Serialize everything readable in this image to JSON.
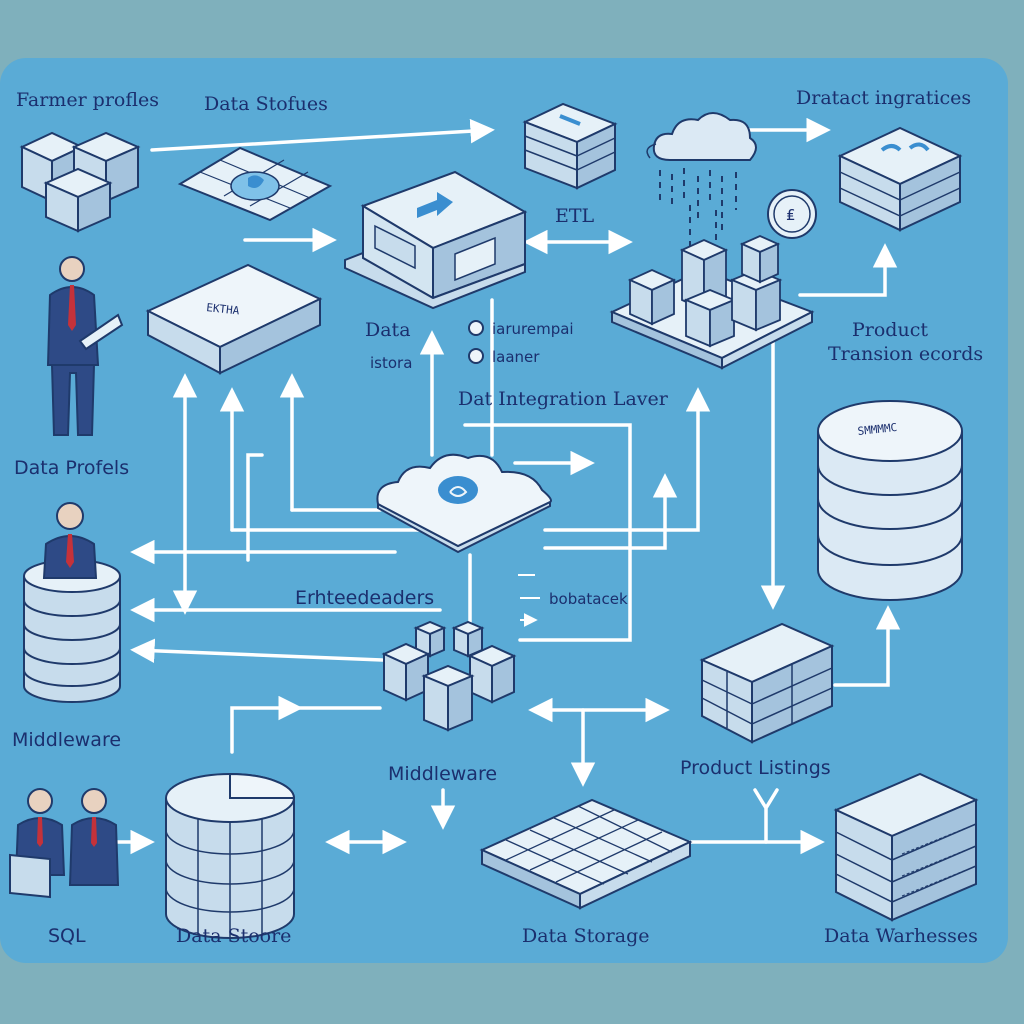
{
  "colors": {
    "outer_background": "#7fb0bc",
    "panel": "#5aabd6",
    "line": "#ffffff",
    "outline": "#1f3a6b",
    "box_light": "#e6f1f8",
    "box_mid": "#c7dcec",
    "box_dark": "#a4c3dd",
    "accent": "#3a8ed0",
    "suit": "#2e4a86",
    "tie": "#c4323a"
  },
  "labels": {
    "farmer_profiles": "Farmer profles",
    "data_stores_top": "Data Stofues",
    "direct_integrations": "Dratact ingratices",
    "etl": "ETL",
    "product_line1": "Product",
    "product_line2": "Transion ecords",
    "data_storage_line1": "Data",
    "data_storage_line2": "istora",
    "legend_item1": "iarurempai",
    "legend_item2": "laaner",
    "data_integration_layer": "Dat Integration Laver",
    "data_profiles": "Data Profels",
    "middleware_left": "Middleware",
    "enhanced_readers": "Erhteedeaders",
    "dobatacek": "bobatacek",
    "middleware_center": "Middleware",
    "product_listings": "Product Listings",
    "sql": "SQL",
    "data_store_bottom": "Data Stoore",
    "data_storage_bottom": "Data Storage",
    "data_warehouses": "Data Warhesses",
    "server_plate": "EKTHA",
    "cylinder_plate": "SMMMMC"
  },
  "icons": [
    "server-stack-icon",
    "cloud-icon",
    "database-cylinder-icon",
    "person-icon",
    "map-icon",
    "cube-cluster-icon",
    "gear-coin-icon"
  ]
}
